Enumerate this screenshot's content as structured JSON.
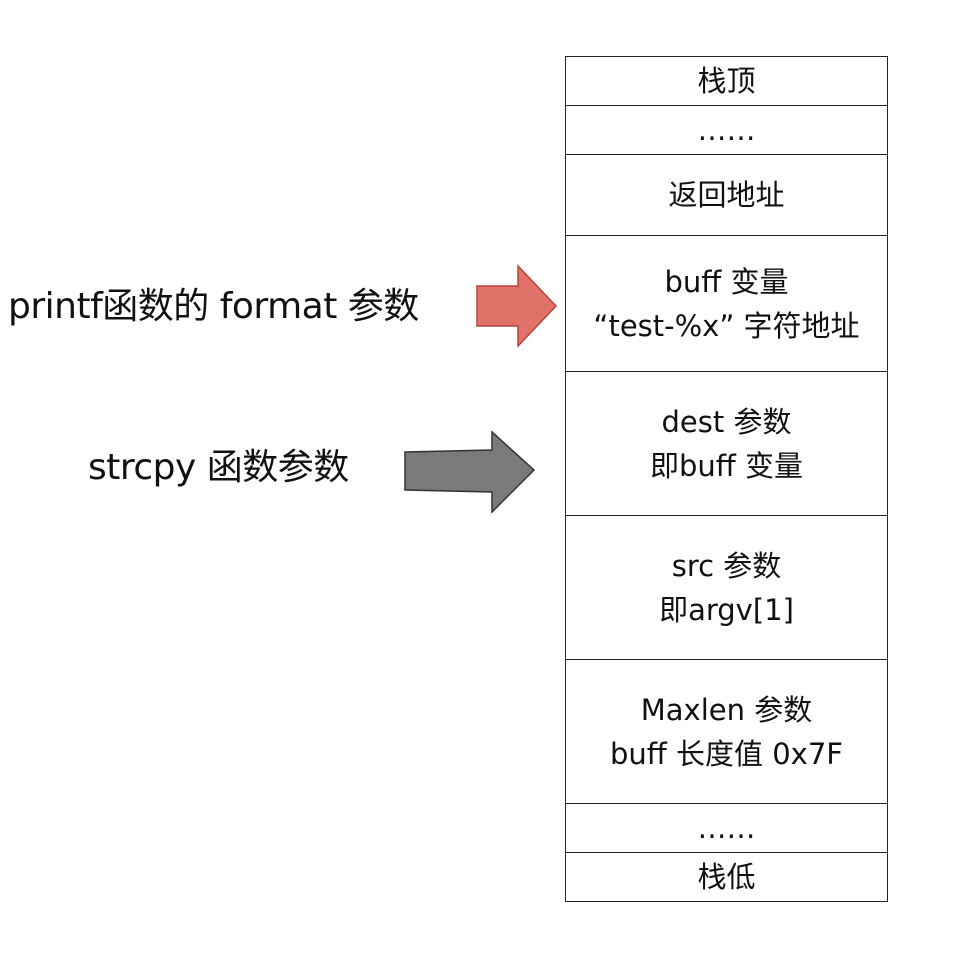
{
  "stack": {
    "top": "栈顶",
    "dots_upper": "……",
    "return_address": "返回地址",
    "buff_line1": "buff 变量",
    "buff_line2": "“test-%x” 字符地址",
    "dest_line1": "dest 参数",
    "dest_line2": "即buff 变量",
    "src_line1": "src 参数",
    "src_line2": "即argv[1]",
    "maxlen_line1": "Maxlen 参数",
    "maxlen_line2": "buff 长度值 0x7F",
    "dots_lower": "……",
    "bottom": "栈低"
  },
  "pointers": {
    "printf_label": "printf函数的 format 参数",
    "strcpy_label": "strcpy 函数参数"
  },
  "colors": {
    "red_arrow_fill": "#e0726a",
    "red_arrow_stroke": "#b8433a",
    "gray_arrow_fill": "#7a7a7a",
    "gray_arrow_stroke": "#333333"
  }
}
